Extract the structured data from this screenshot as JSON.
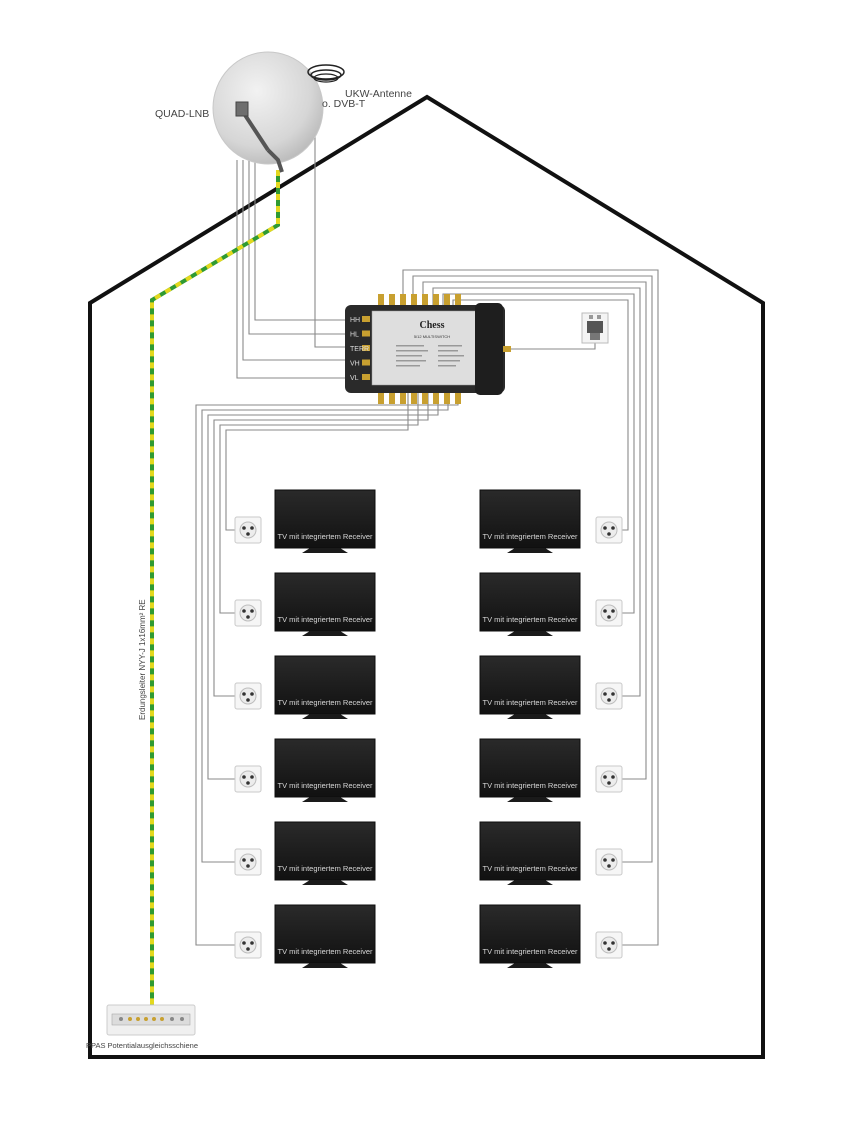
{
  "labels": {
    "lnb": "QUAD-LNB",
    "antenna_line1": "UKW-Antenne",
    "antenna_line2": "o. DVB-T",
    "ground_cable": "Erdungsleiter NYY-J 1x16mm² RE",
    "ppas": "PPAS Potentialausgleichsschiene"
  },
  "multiswitch": {
    "brand": "Chess",
    "model": "5/12 MULTISWITCH",
    "inputs": [
      "HH",
      "HL",
      "TERR",
      "VH",
      "VL"
    ]
  },
  "tv_label": "TV mit integriertem Receiver",
  "tv_rows": 6,
  "tv_columns": 2,
  "icons": {
    "dish": "satellite-dish-icon",
    "antenna": "antenna-coil-icon",
    "multiswitch": "multiswitch-icon",
    "power": "power-supply-icon",
    "outlet": "antenna-socket-icon",
    "tv": "tv-icon",
    "ppas": "grounding-bar-icon"
  },
  "colors": {
    "house_outline": "#111111",
    "cable": "#8a8a8a",
    "ground_yellow": "#e3d81e",
    "ground_green": "#2f9a32",
    "tv_body": "#1a1a1a",
    "multiswitch_body": "#2a2a2a",
    "connector_gold": "#c8a030"
  }
}
